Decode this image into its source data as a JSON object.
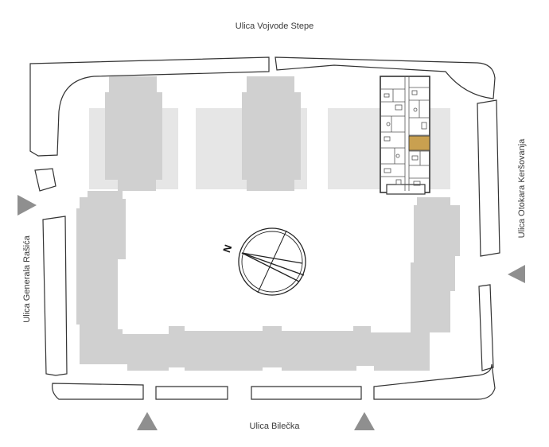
{
  "streets": {
    "north": "Ulica Vojvode Stepe",
    "south": "Ulica Bilečka",
    "west": "Ulica Generala Rašića",
    "east": "Ulica Otokara Keršovanja"
  },
  "compass": {
    "north_letter": "N"
  },
  "colors": {
    "building": "#d0d0d0",
    "courtyard_pad": "#e6e6e6",
    "outline": "#333333",
    "highlight_unit": "#c9a050",
    "entrance_marker": "#8f8f8f"
  },
  "icons": {
    "entrance_marker": "triangle",
    "compass": "compass-rose"
  }
}
